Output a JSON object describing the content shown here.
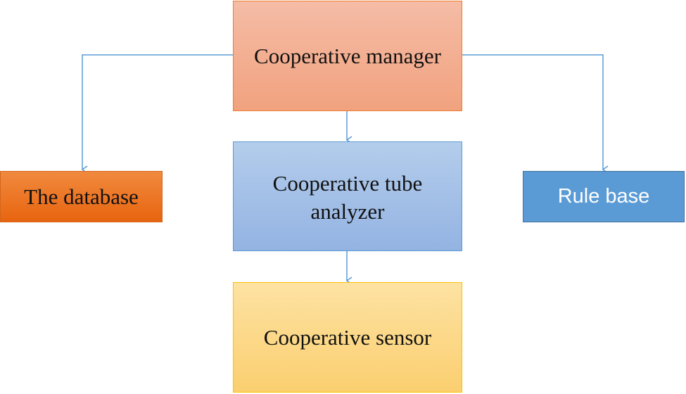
{
  "nodes": {
    "manager": "Cooperative manager",
    "database": "The database",
    "analyzer": "Cooperative tube analyzer",
    "rule_base": "Rule base",
    "sensor": "Cooperative sensor"
  },
  "colors": {
    "connector": "#5b9bd5",
    "manager_fill": "#f4b183",
    "database_fill": "#ed7d31",
    "analyzer_fill": "#a9c5eb",
    "rule_base_fill": "#5b9bd5",
    "sensor_fill": "#ffd966"
  },
  "edges": [
    {
      "from": "manager",
      "to": "database"
    },
    {
      "from": "manager",
      "to": "analyzer"
    },
    {
      "from": "manager",
      "to": "rule_base"
    },
    {
      "from": "analyzer",
      "to": "sensor"
    }
  ]
}
